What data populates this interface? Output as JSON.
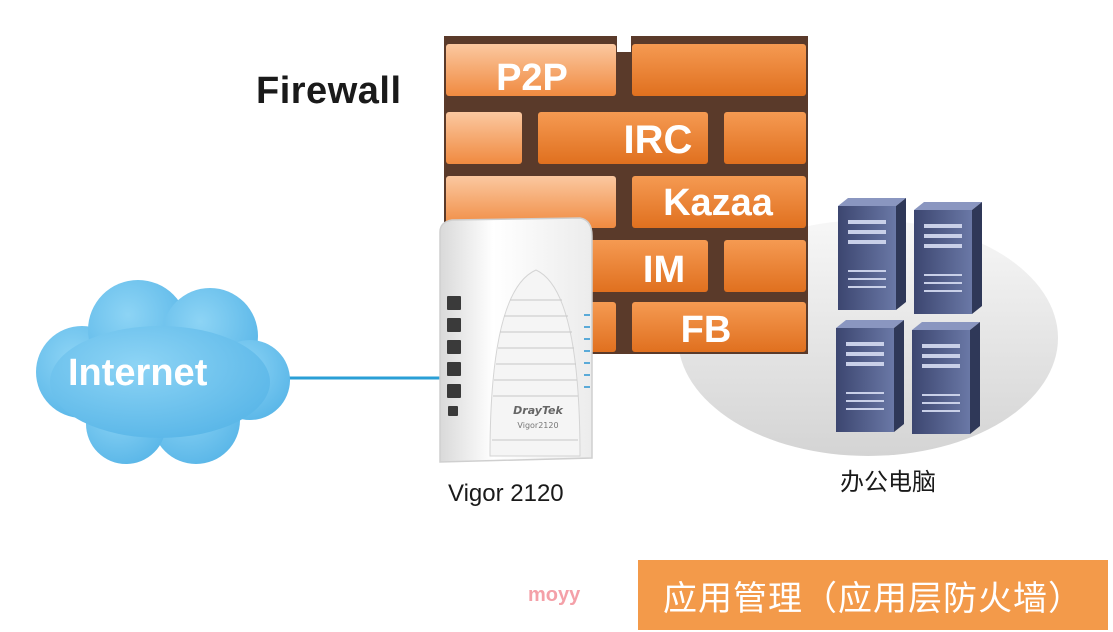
{
  "firewall": {
    "title": "Firewall",
    "bricks": [
      "P2P",
      "IRC",
      "Kazaa",
      "IM",
      "FB"
    ]
  },
  "internet": {
    "label": "Internet"
  },
  "device": {
    "label": "Vigor 2120",
    "face_brand": "DrayTek",
    "face_model": "Vigor2120"
  },
  "office": {
    "label": "办公电脑"
  },
  "watermark": {
    "text": "moyy"
  },
  "banner": {
    "text": "应用管理（应用层防火墙）"
  },
  "colors": {
    "brick": "#e8792a",
    "banner": "#f39a4a",
    "cloud": "#6cc3ee",
    "link_line": "#2a9fd6",
    "server": "#4c5a86"
  }
}
